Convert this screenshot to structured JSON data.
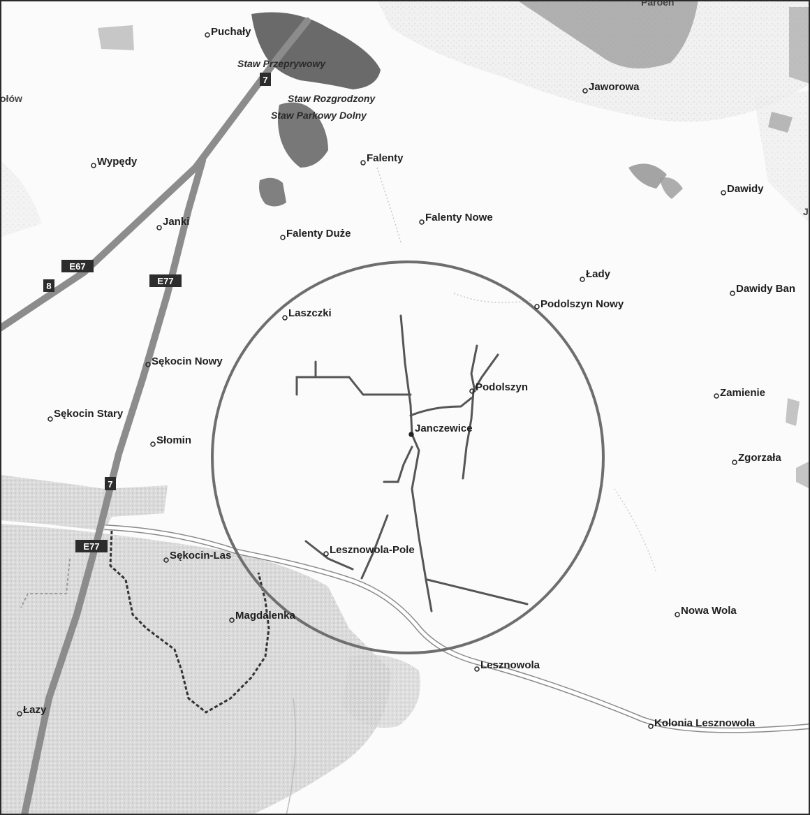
{
  "map": {
    "places": [
      {
        "id": "puchaly",
        "name": "Puchały"
      },
      {
        "id": "jaworowa",
        "name": "Jaworowa"
      },
      {
        "id": "wypedy",
        "name": "Wypędy"
      },
      {
        "id": "falenty",
        "name": "Falenty"
      },
      {
        "id": "dawidy",
        "name": "Dawidy"
      },
      {
        "id": "janki",
        "name": "Janki"
      },
      {
        "id": "falenty-nowe",
        "name": "Falenty Nowe"
      },
      {
        "id": "falenty-duze",
        "name": "Falenty Duże"
      },
      {
        "id": "lady",
        "name": "Łady"
      },
      {
        "id": "dawidy-bankowe",
        "name": "Dawidy Ban"
      },
      {
        "id": "podolszyn-nowy",
        "name": "Podolszyn Nowy"
      },
      {
        "id": "laszczki",
        "name": "Laszczki"
      },
      {
        "id": "sekocin-nowy",
        "name": "Sękocin Nowy"
      },
      {
        "id": "podolszyn",
        "name": "Podolszyn"
      },
      {
        "id": "zamienie",
        "name": "Zamienie"
      },
      {
        "id": "sekocin-stary",
        "name": "Sękocin Stary"
      },
      {
        "id": "janczewice",
        "name": "Janczewice"
      },
      {
        "id": "slomin",
        "name": "Słomin"
      },
      {
        "id": "zgorzala",
        "name": "Zgorzała"
      },
      {
        "id": "sekocin-las",
        "name": "Sękocin-Las"
      },
      {
        "id": "lesznowola-pole",
        "name": "Lesznowola-Pole"
      },
      {
        "id": "magdalenka",
        "name": "Magdalenka"
      },
      {
        "id": "nowa-wola",
        "name": "Nowa Wola"
      },
      {
        "id": "lesznowola",
        "name": "Lesznowola"
      },
      {
        "id": "lazy",
        "name": "Łazy"
      },
      {
        "id": "kolonia-lesznowola",
        "name": "Kolonia Lesznowola"
      }
    ],
    "water": [
      {
        "id": "staw-przeprywowy",
        "name": "Staw Przeprywowy"
      },
      {
        "id": "staw-rozgrodzony",
        "name": "Staw Rozgrodzony"
      },
      {
        "id": "staw-parkowy-dolny",
        "name": "Staw Parkowy Dolny"
      }
    ],
    "partial_labels": [
      {
        "id": "edge-left",
        "text": "ołów"
      },
      {
        "id": "edge-top",
        "text": "Paroen"
      },
      {
        "id": "edge-right",
        "text": "J"
      }
    ],
    "shields": [
      {
        "id": "route-7-top",
        "text": "7"
      },
      {
        "id": "route-e67",
        "text": "E67"
      },
      {
        "id": "route-8",
        "text": "8"
      },
      {
        "id": "route-e77-mid",
        "text": "E77"
      },
      {
        "id": "route-7-bottom",
        "text": "7"
      },
      {
        "id": "route-e77-bottom",
        "text": "E77"
      }
    ],
    "colors": {
      "highway": "#8c8c8c",
      "road_network": "#555555",
      "circle": "#6e6e6e",
      "water": "#707070",
      "built_up": "#d2d2d2",
      "boundary": "#333333"
    }
  }
}
